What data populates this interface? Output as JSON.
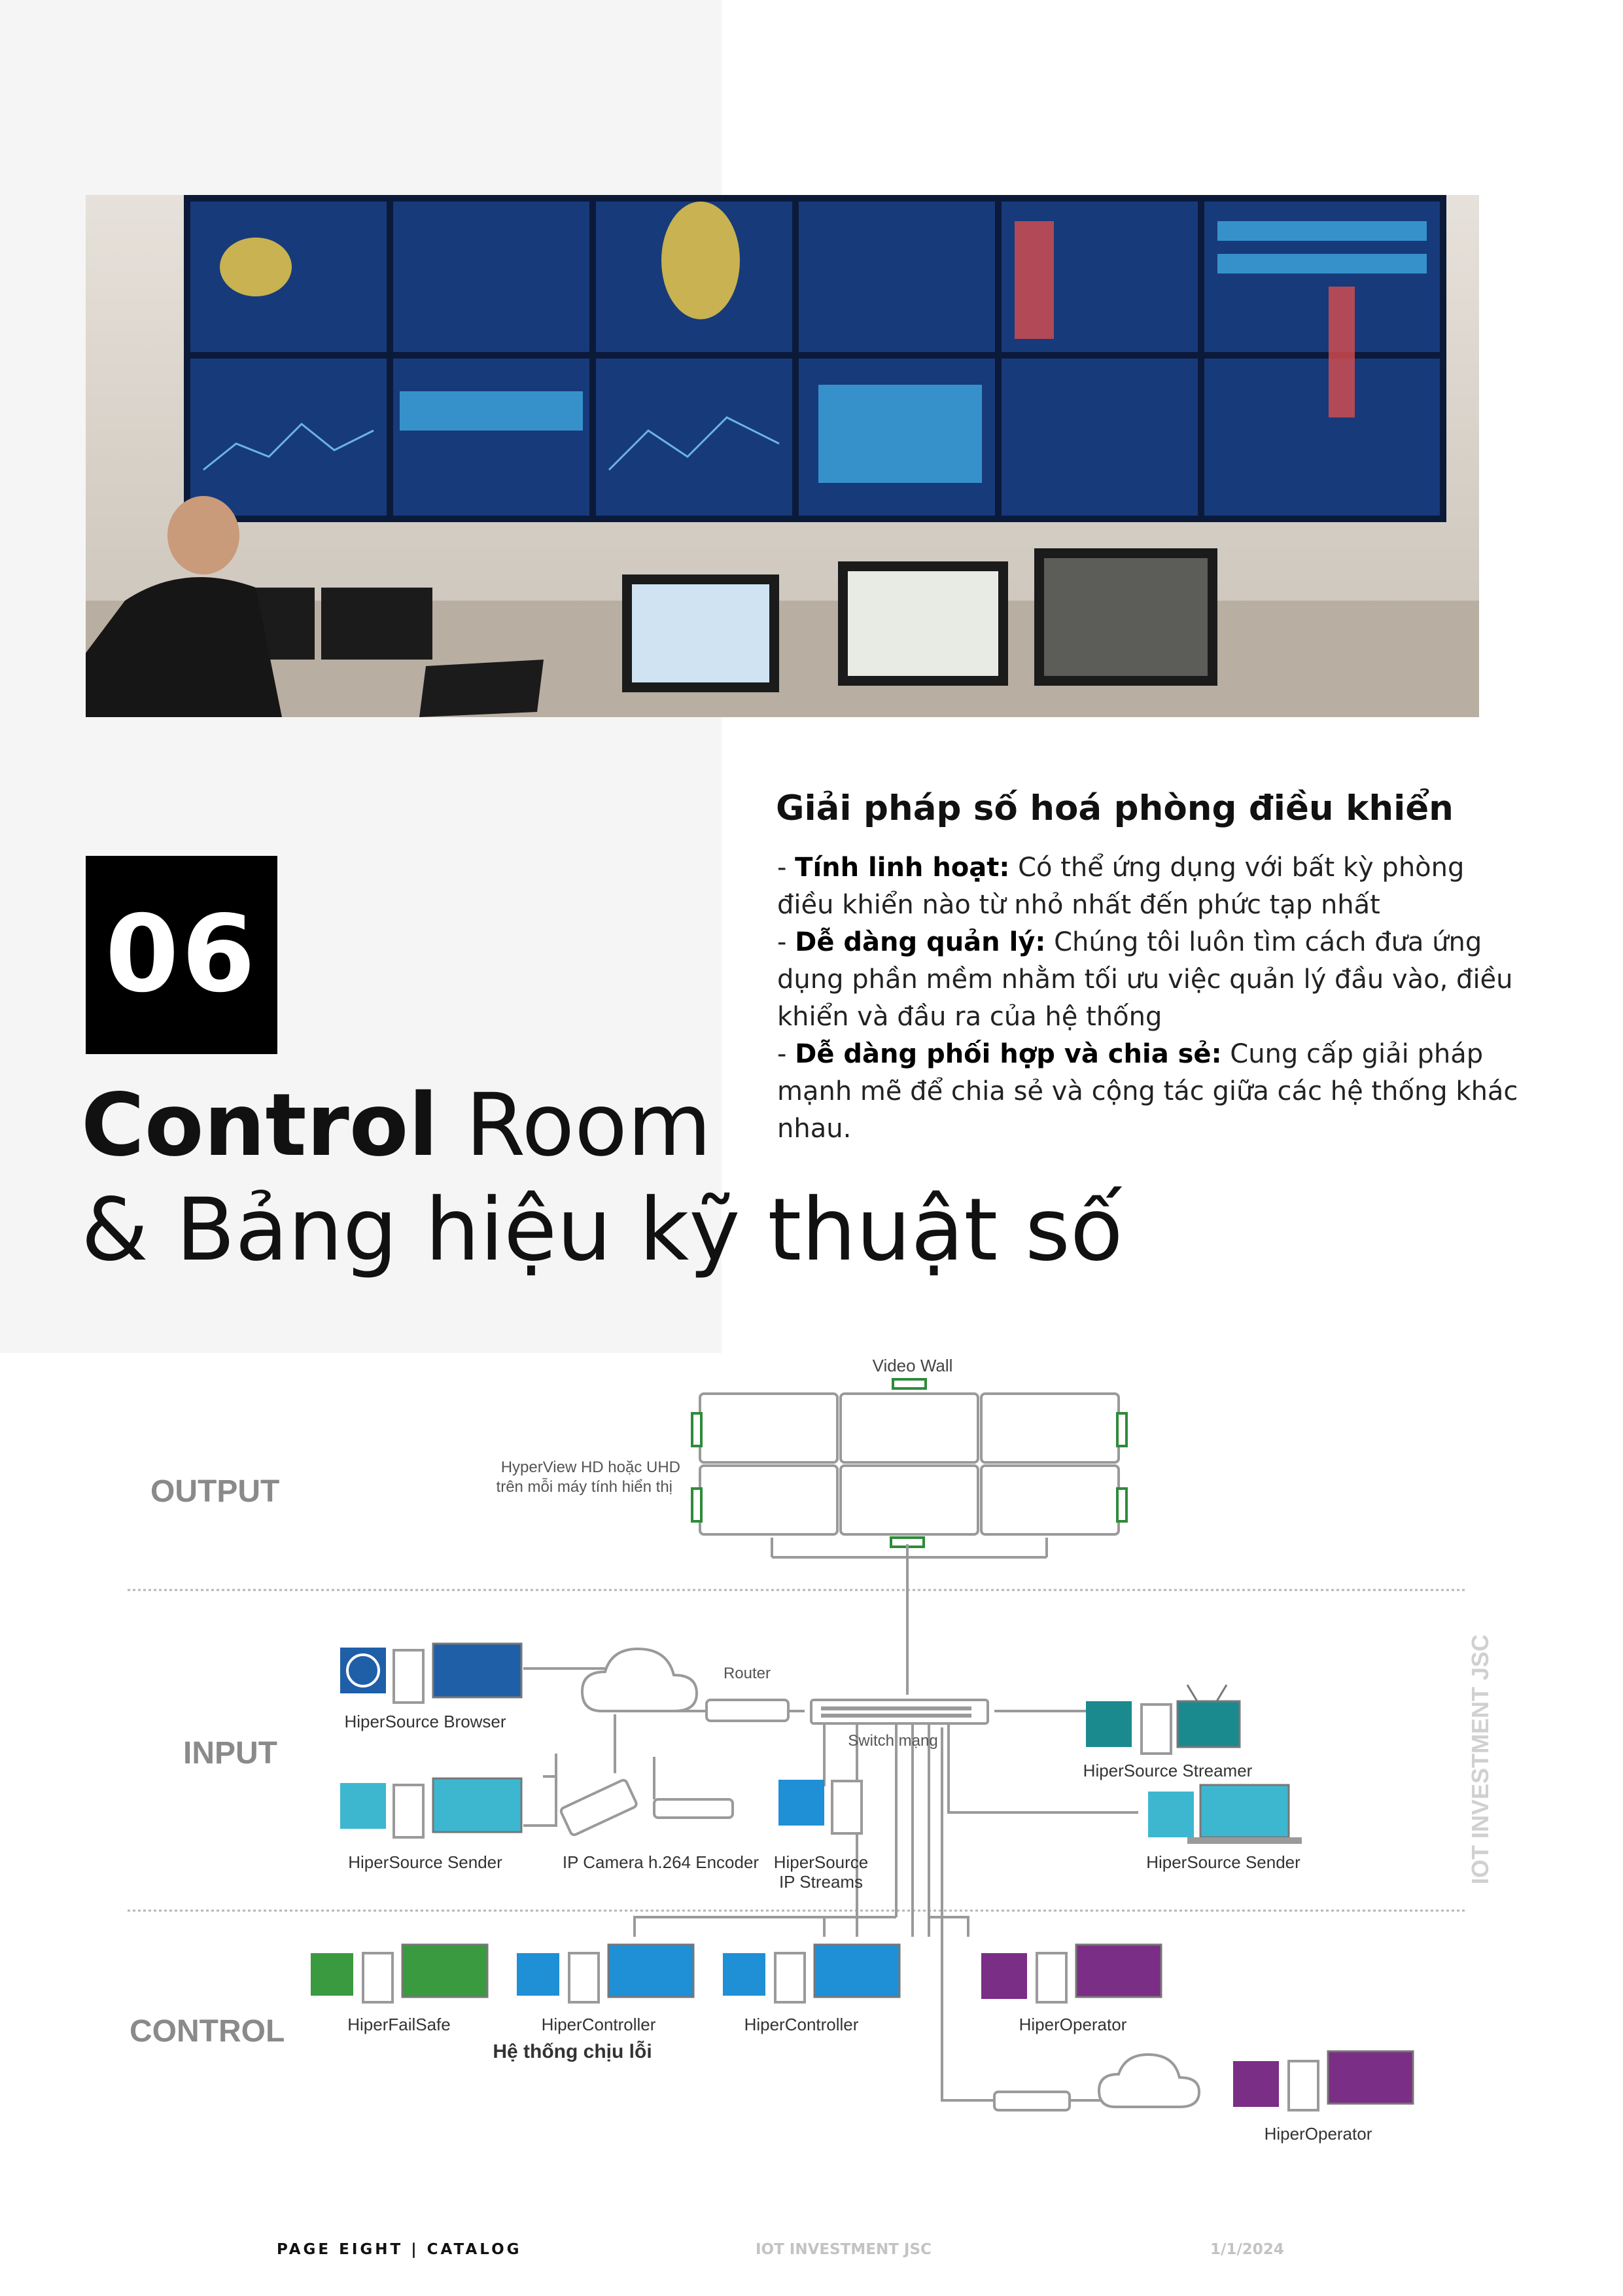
{
  "section_number": "06",
  "title": {
    "bold": "Control",
    "rest": " Room",
    "line2": "& Bảng hiệu kỹ thuật số"
  },
  "intro": {
    "heading": "Giải pháp số hoá phòng điều khiển",
    "items": [
      {
        "label": "Tính linh hoạt:",
        "text": " Có thể ứng dụng với bất kỳ phòng điều khiển nào từ nhỏ nhất đến phức tạp nhất"
      },
      {
        "label": "Dễ dàng quản lý:",
        "text": " Chúng tôi luôn tìm cách đưa ứng dụng phần mềm nhằm tối ưu việc quản lý đầu vào, điều khiển và đầu ra của hệ thống"
      },
      {
        "label": "Dễ dàng phối hợp và chia sẻ:",
        "text": " Cung cấp giải pháp mạnh mẽ để chia sẻ và cộng tác giữa các hệ thống khác nhau."
      }
    ]
  },
  "diagram": {
    "sections": {
      "output": "OUTPUT",
      "input": "INPUT",
      "control": "CONTROL"
    },
    "watermark": "IOT INVESTMENT JSC",
    "labels": {
      "video_wall": "Video Wall",
      "hyperview_1": "HyperView HD hoặc UHD",
      "hyperview_2": "trên mỗi máy tính hiển thị",
      "router": "Router",
      "switch": "Switch mạng",
      "browser": "HiperSource Browser",
      "streamer": "HiperSource Streamer",
      "sender_left": "HiperSource Sender",
      "camera": "IP Camera h.264 Encoder",
      "ipstreams_1": "HiperSource",
      "ipstreams_2": "IP Streams",
      "sender_right": "HiperSource Sender",
      "failsafe": "HiperFailSafe",
      "controller_1": "HiperController",
      "controller_2": "HiperController",
      "operator_1": "HiperOperator",
      "operator_2": "HiperOperator",
      "fault_tolerant": "Hệ thống chịu lỗi"
    },
    "colors": {
      "blue": "#1f5fa8",
      "teal": "#1b8a8f",
      "cyan": "#3db7d0",
      "green": "#3a9a3f",
      "purple": "#7b2e86",
      "line": "#9a9a9a"
    }
  },
  "footer": {
    "left": "PAGE EIGHT | CATALOG",
    "middle": "IOT INVESTMENT JSC",
    "right": "1/1/2024"
  }
}
